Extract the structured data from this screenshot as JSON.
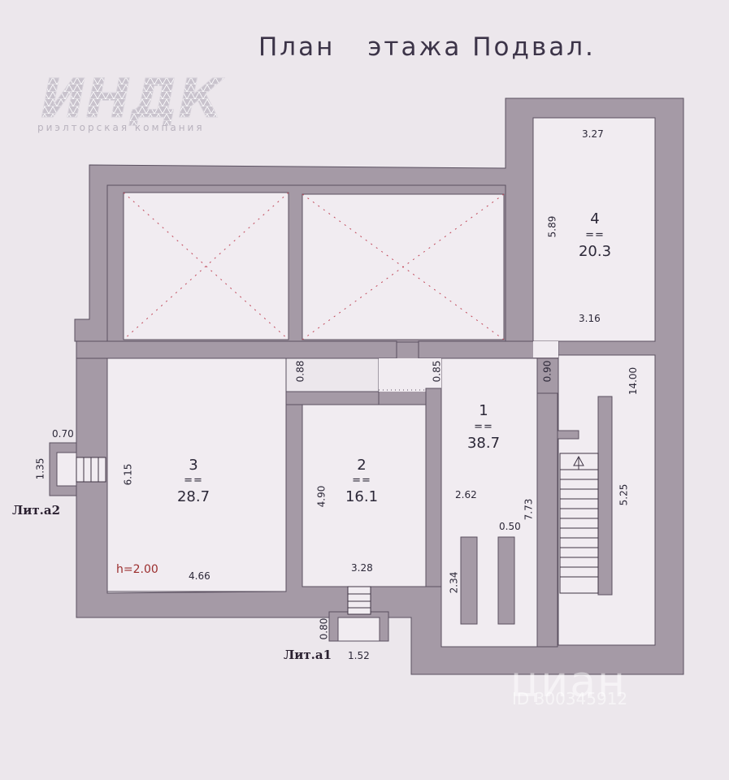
{
  "title": {
    "part1": "План",
    "part2": "этажа Подвал."
  },
  "logo": {
    "text": "ИНДК",
    "subtitle": "риэлторская компания"
  },
  "rooms": [
    {
      "number": "1",
      "eq": "==",
      "area": "38.7"
    },
    {
      "number": "2",
      "eq": "==",
      "area": "16.1"
    },
    {
      "number": "3",
      "eq": "==",
      "area": "28.7"
    },
    {
      "number": "4",
      "eq": "==",
      "area": "20.3"
    }
  ],
  "dimensions": {
    "room4_top": "3.27",
    "room4_side": "5.89",
    "room4_bottom": "3.16",
    "door_a": "0.88",
    "door_b": "0.85",
    "door_c": "0.90",
    "right_total": "14.00",
    "lit_a2_width": "0.70",
    "lit_a2_height": "1.35",
    "room3_side": "6.15",
    "room3_bottom": "4.66",
    "room2_side": "4.90",
    "room2_bottom": "3.28",
    "room1_width": "2.62",
    "room1_side": "7.73",
    "stair_side": "5.25",
    "column_width": "0.50",
    "column_len": "2.34",
    "lit_a1_height": "0.80",
    "lit_a1_width": "1.52"
  },
  "height_label": "h=2.00",
  "lit_a2": "Лит.а2",
  "lit_a1": "Лит.а1",
  "watermark": {
    "brand": "циан",
    "id": "ID 300345912"
  },
  "colors": {
    "background": "#ece7ec",
    "wall": "#a59aa6",
    "wall_edge": "#5a5060",
    "floor": "#f1ecf1"
  }
}
